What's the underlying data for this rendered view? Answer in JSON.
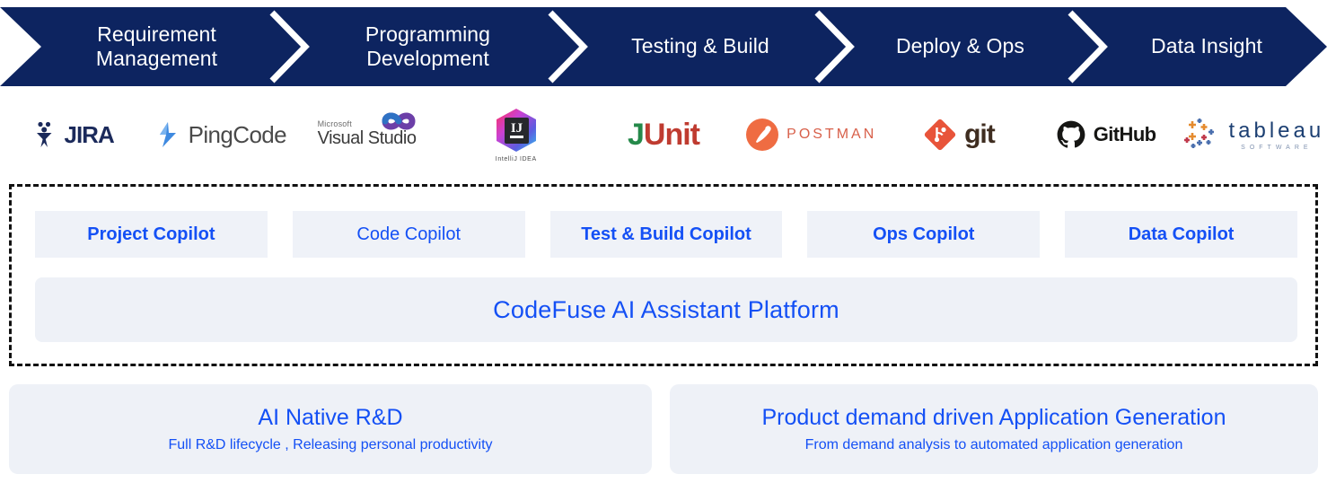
{
  "theme": {
    "navy": "#0d2460",
    "accent_blue": "#1450f5",
    "panel_bg": "#eef1f7",
    "card_bg": "#eff2f8",
    "dashed_border": "#111111",
    "page_bg": "#ffffff"
  },
  "pipeline": {
    "name": "devops-lifecycle-pipeline",
    "stages": [
      {
        "id": "requirement-management",
        "line1": "Requirement",
        "line2": "Management"
      },
      {
        "id": "programming-development",
        "line1": "Programming",
        "line2": "Development"
      },
      {
        "id": "testing-build",
        "line1": "Testing & Build",
        "line2": ""
      },
      {
        "id": "deploy-ops",
        "line1": "Deploy & Ops",
        "line2": ""
      },
      {
        "id": "data-insight",
        "line1": "Data Insight",
        "line2": ""
      }
    ]
  },
  "tools": [
    {
      "id": "jira",
      "name": "JIRA",
      "icon": "jira-icon"
    },
    {
      "id": "pingcode",
      "name": "PingCode",
      "icon": "pingcode-icon"
    },
    {
      "id": "visual-studio",
      "name": "Visual Studio",
      "vendor": "Microsoft",
      "icon": "visual-studio-icon"
    },
    {
      "id": "intellij-idea",
      "name": "IntelliJ IDEA",
      "mark": "IJ",
      "icon": "intellij-idea-icon"
    },
    {
      "id": "junit",
      "name": "JUnit",
      "name_part1": "J",
      "name_part2": "Unit",
      "icon": "junit-icon"
    },
    {
      "id": "postman",
      "name": "POSTMAN",
      "icon": "postman-icon"
    },
    {
      "id": "git",
      "name": "git",
      "icon": "git-icon"
    },
    {
      "id": "github",
      "name": "GitHub",
      "icon": "github-icon"
    },
    {
      "id": "tableau",
      "name": "tableau",
      "sub": "SOFTWARE",
      "icon": "tableau-icon"
    }
  ],
  "platform": {
    "copilots": [
      {
        "id": "project-copilot",
        "label": "Project Copilot",
        "bold": true
      },
      {
        "id": "code-copilot",
        "label": "Code Copilot",
        "bold": false
      },
      {
        "id": "test-build-copilot",
        "label": "Test & Build Copilot",
        "bold": true
      },
      {
        "id": "ops-copilot",
        "label": "Ops Copilot",
        "bold": true
      },
      {
        "id": "data-copilot",
        "label": "Data Copilot",
        "bold": true
      }
    ],
    "platform_bar_label": "CodeFuse AI Assistant Platform"
  },
  "outcomes": [
    {
      "id": "ai-native-rd",
      "title": "AI Native R&D",
      "subtitle": "Full R&D lifecycle , Releasing personal productivity"
    },
    {
      "id": "product-demand-driven-application-generation",
      "title": "Product demand driven Application Generation",
      "subtitle": "From demand analysis to automated application generation"
    }
  ]
}
